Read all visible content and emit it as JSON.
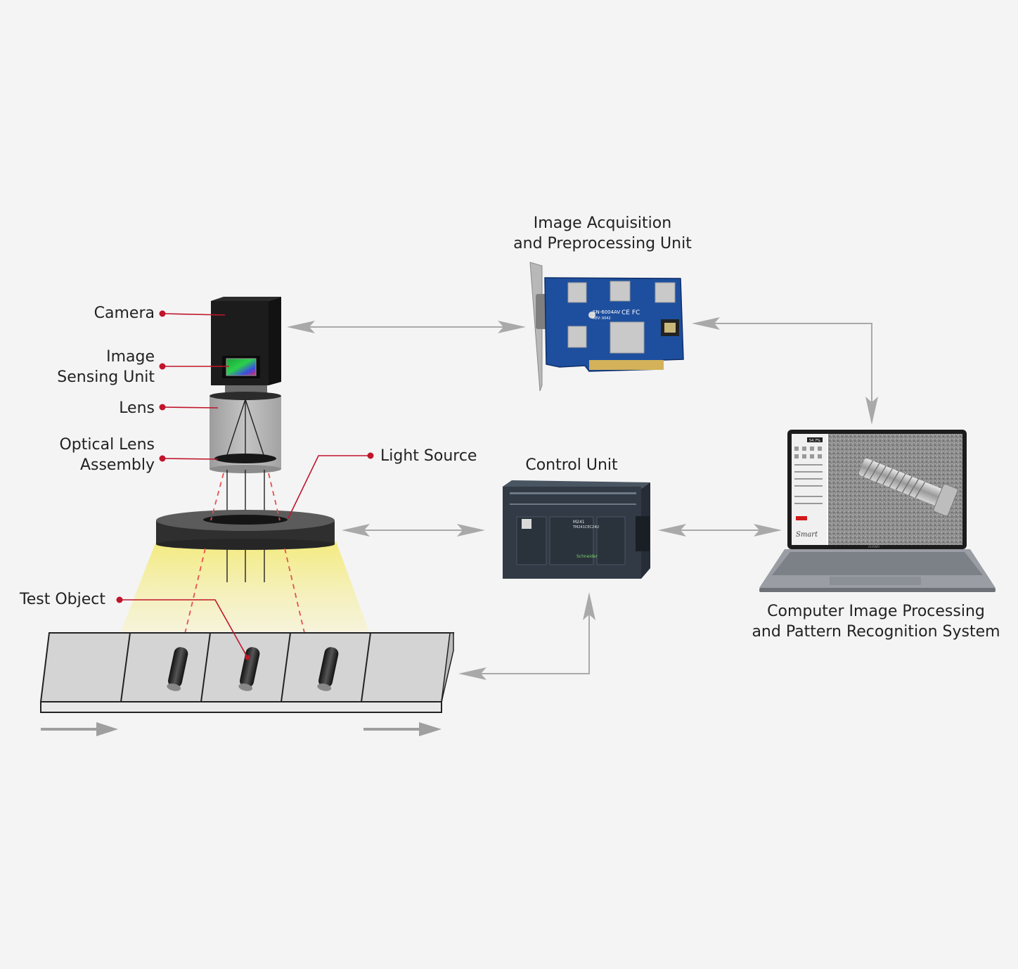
{
  "labels": {
    "camera": "Camera",
    "image_sensing_unit": [
      "Image",
      "Sensing Unit"
    ],
    "lens": "Lens",
    "optical_lens_assembly": [
      "Optical Lens",
      "Assembly"
    ],
    "light_source": "Light Source",
    "test_object": "Test Object",
    "acquisition_unit": [
      "Image Acquisition",
      "and Preprocessing Unit"
    ],
    "control_unit": "Control Unit",
    "computer_system": [
      "Computer Image Processing",
      "and Pattern Recognition System"
    ]
  },
  "device_text": {
    "card_model": "SN-6004AV",
    "card_rev": "REV: 0042",
    "card_certs": "CE FC",
    "plc_model": "M241",
    "plc_part": "TM241CEC24U",
    "plc_brand": "Schneider",
    "laptop_zoom": "54.7%",
    "laptop_watermark": "Smart",
    "laptop_brand": "HUAWEI"
  },
  "colors": {
    "background": "#f4f4f4",
    "callout_red": "#c0152a",
    "arrow_gray": "#a9a9a9",
    "light_beam": "#f6ee8e",
    "pcb_blue": "#1e4f9e"
  }
}
